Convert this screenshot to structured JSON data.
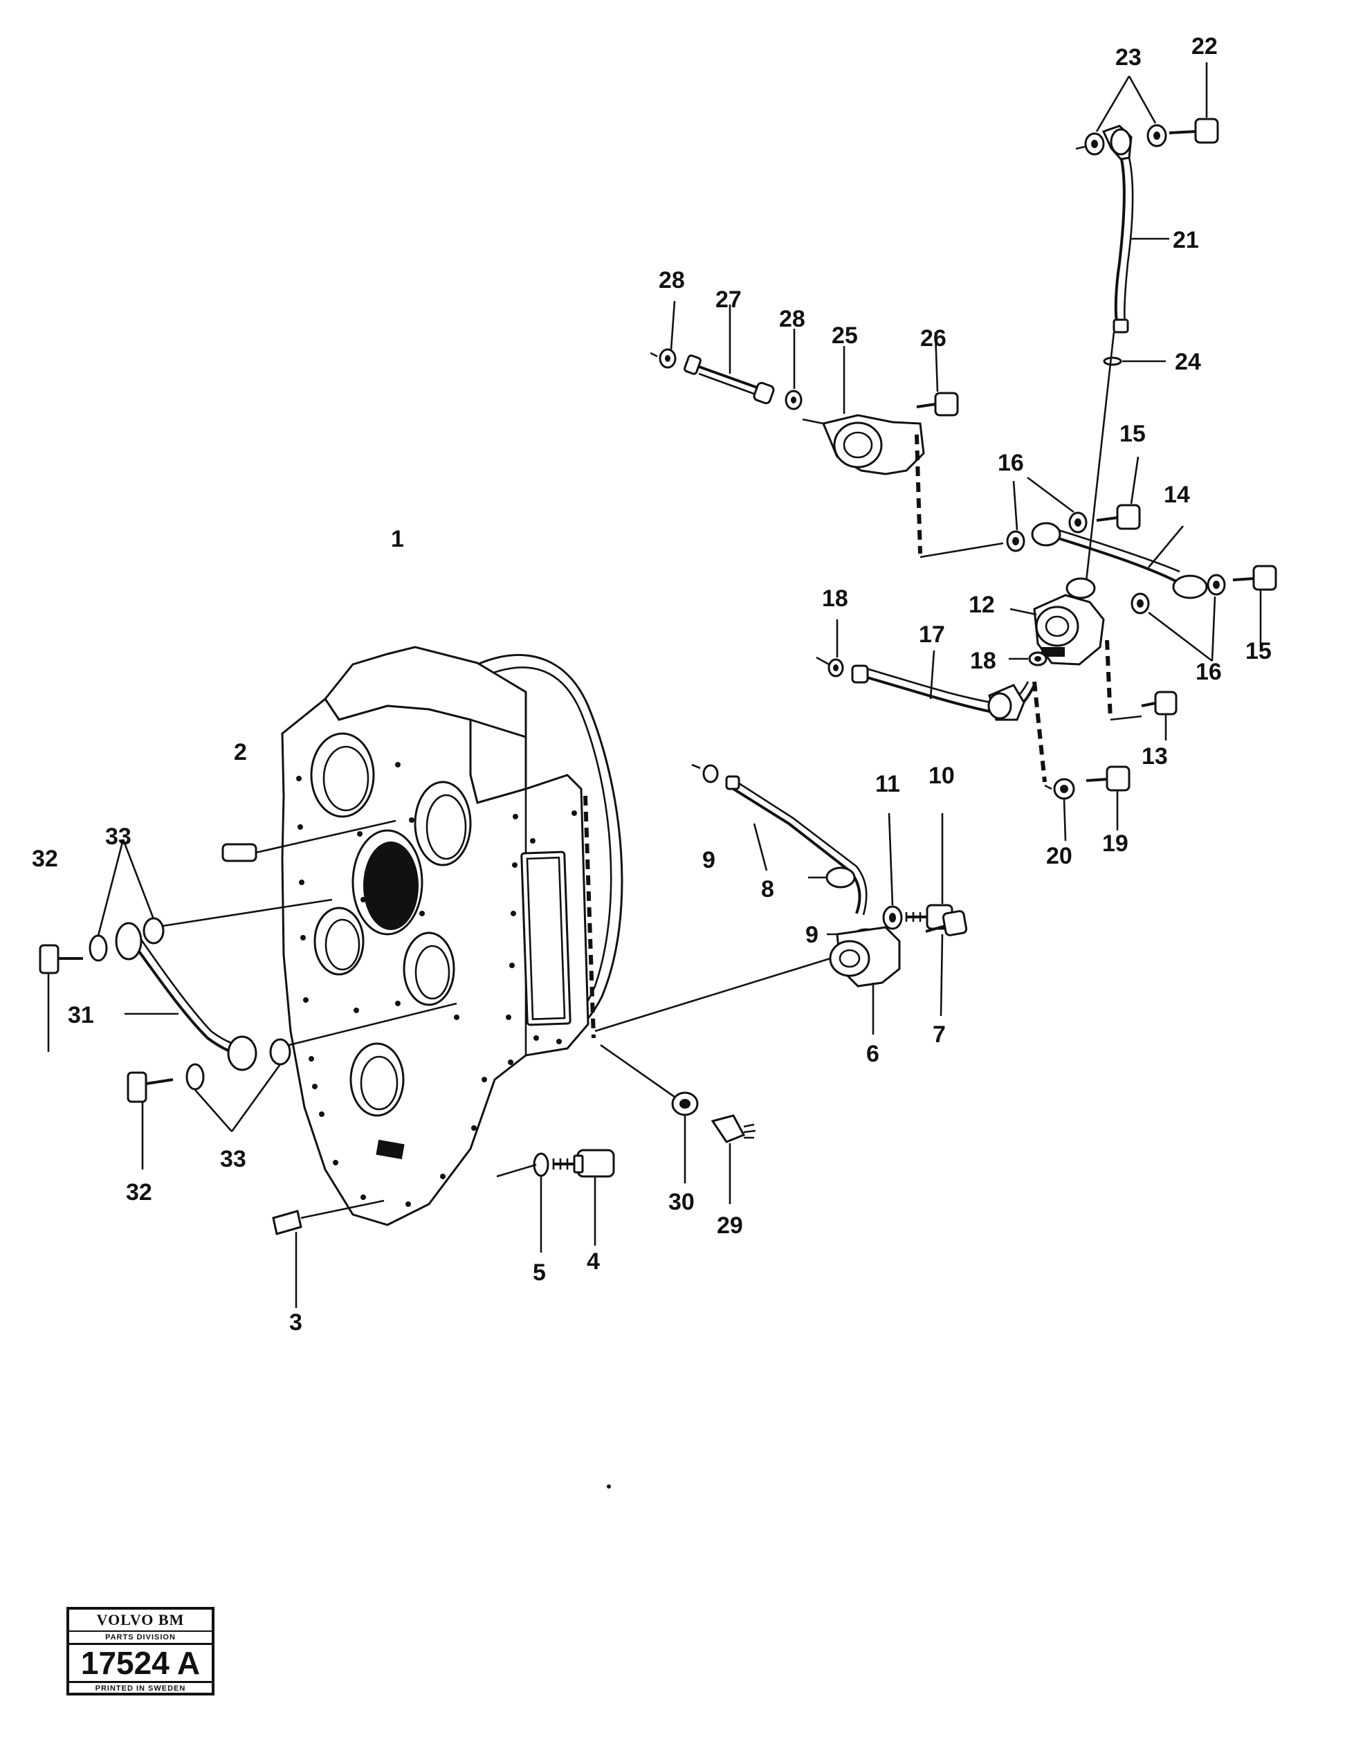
{
  "labels": {
    "p1": "1",
    "p2": "2",
    "p3": "3",
    "p4": "4",
    "p5": "5",
    "p6": "6",
    "p7": "7",
    "p8": "8",
    "p9a": "9",
    "p9b": "9",
    "p10": "10",
    "p11": "11",
    "p12": "12",
    "p13": "13",
    "p14": "14",
    "p15a": "15",
    "p15b": "15",
    "p16a": "16",
    "p16b": "16",
    "p17": "17",
    "p18a": "18",
    "p18b": "18",
    "p19": "19",
    "p20": "20",
    "p21": "21",
    "p22": "22",
    "p23": "23",
    "p24": "24",
    "p25": "25",
    "p26": "26",
    "p27": "27",
    "p28a": "28",
    "p28b": "28",
    "p29": "29",
    "p30": "30",
    "p31": "31",
    "p32a": "32",
    "p32b": "32",
    "p33a": "33",
    "p33b": "33"
  },
  "stamp": {
    "brand": "VOLVO BM",
    "division": "PARTS DIVISION",
    "number": "17524 A",
    "printed": "PRINTED IN SWEDEN"
  }
}
